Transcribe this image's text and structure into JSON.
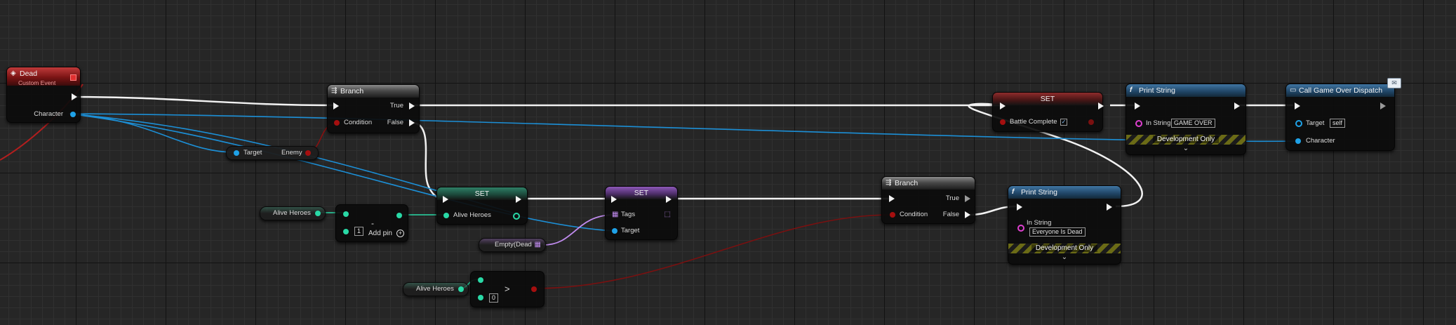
{
  "nodes": {
    "dead_event": {
      "title": "Dead",
      "subtitle": "Custom Event",
      "pin_character": "Character"
    },
    "branch1": {
      "title": "Branch",
      "pin_condition": "Condition",
      "pin_true": "True",
      "pin_false": "False"
    },
    "cast": {
      "pin_target": "Target",
      "pin_enemy": "Enemy"
    },
    "set_battle": {
      "title": "SET",
      "pin_battle_complete": "Battle Complete"
    },
    "print1": {
      "title": "Print String",
      "pin_in_string": "In String",
      "in_string_value": "GAME OVER",
      "dev_only": "Development Only"
    },
    "call_dispatch": {
      "title": "Call Game Over Dispatch",
      "pin_target": "Target",
      "target_value": "self",
      "pin_character": "Character"
    },
    "alive_heroes_get1": {
      "label": "Alive Heroes"
    },
    "subtract": {
      "symbol": "-",
      "value": "1",
      "add_pin": "Add pin"
    },
    "set_alive": {
      "title": "SET",
      "pin_alive_heroes": "Alive Heroes"
    },
    "set_tags": {
      "title": "SET",
      "pin_tags": "Tags",
      "pin_target": "Target"
    },
    "empty_dead": {
      "label": "Empty(Dead"
    },
    "alive_heroes_get2": {
      "label": "Alive Heroes"
    },
    "greater": {
      "symbol": ">",
      "value": "0"
    },
    "branch2": {
      "title": "Branch",
      "pin_condition": "Condition",
      "pin_true": "True",
      "pin_false": "False"
    },
    "print2": {
      "title": "Print String",
      "pin_in_string": "In String",
      "in_string_value": "Everyone Is Dead",
      "dev_only": "Development Only"
    }
  },
  "colors": {
    "exec": "#f2f2f2",
    "object_pin": "#1fa2e8",
    "bool_pin": "#a50f0f",
    "int_pin": "#29d9a6",
    "string_pin": "#e040d0",
    "tag_pin": "#c18cf0"
  },
  "icons": {
    "event": "event-diamond-icon",
    "branch": "branch-icon",
    "function": "function-f-icon",
    "message": "envelope-icon"
  }
}
